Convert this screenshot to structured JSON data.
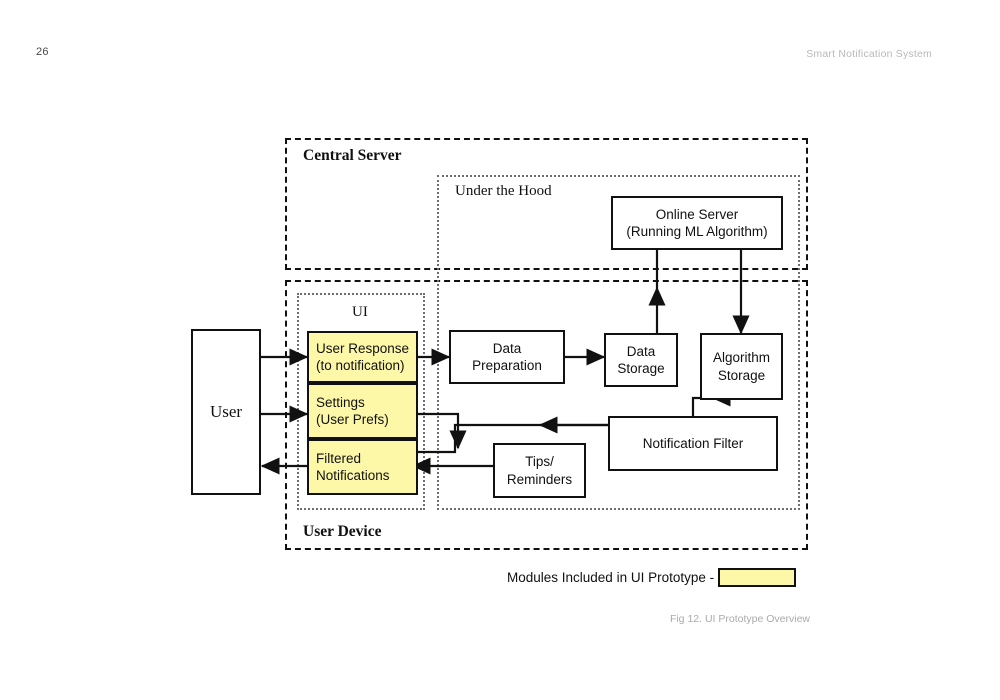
{
  "page": {
    "number": "26",
    "running_head": "Smart Notification System",
    "caption": "Fig 12. UI Prototype Overview"
  },
  "diagram": {
    "containers": {
      "central_server": "Central Server",
      "under_the_hood": "Under the Hood",
      "user_device": "User Device",
      "ui": "UI"
    },
    "nodes": {
      "user": "User",
      "online_server_l1": "Online Server",
      "online_server_l2": "(Running ML Algorithm)",
      "user_response_l1": "User Response",
      "user_response_l2": "(to notification)",
      "settings_l1": "Settings",
      "settings_l2": "(User Prefs)",
      "filtered_l1": "Filtered",
      "filtered_l2": "Notifications",
      "data_prep_l1": "Data",
      "data_prep_l2": "Preparation",
      "data_storage_l1": "Data",
      "data_storage_l2": "Storage",
      "algorithm_storage_l1": "Algorithm",
      "algorithm_storage_l2": "Storage",
      "tips_l1": "Tips/",
      "tips_l2": "Reminders",
      "notification_filter": "Notification Filter"
    },
    "legend": {
      "label": "Modules Included in UI Prototype -",
      "swatch_color": "#fdf8a8"
    },
    "colors": {
      "highlight": "#fdf8a8",
      "stroke": "#111111",
      "dotted_stroke": "#6e6e6e",
      "muted_text": "#b9b9b9"
    }
  }
}
